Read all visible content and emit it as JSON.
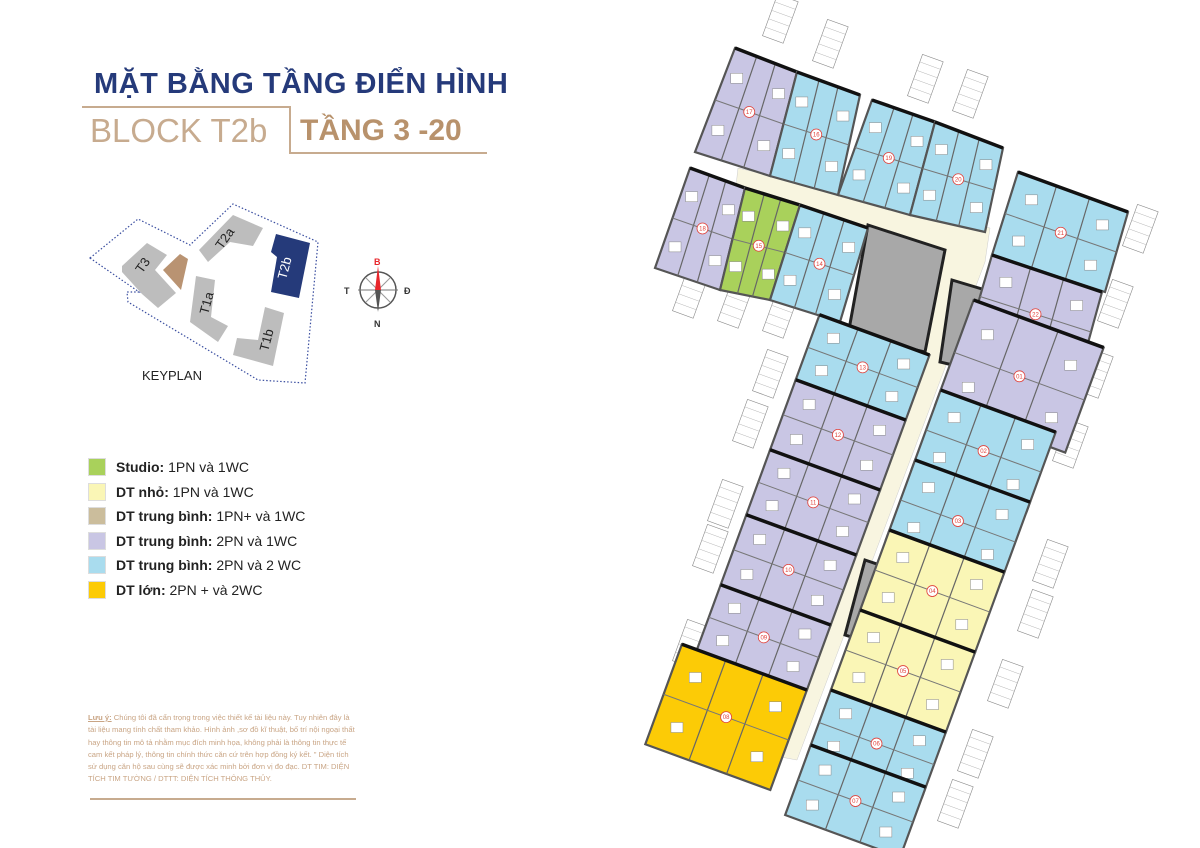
{
  "header": {
    "title": "MẶT BẰNG TẦNG ĐIỂN HÌNH",
    "block": "BLOCK T2b",
    "floors": "TẦNG 3 -20"
  },
  "keyplan": {
    "label": "KEYPLAN",
    "buildings": [
      "T3",
      "T2a",
      "T2b",
      "T1a",
      "T1b"
    ],
    "highlighted": "T2b",
    "compass": {
      "north": "B",
      "south": "N",
      "west": "T",
      "east": "Đ"
    }
  },
  "legend": [
    {
      "name": "Studio:",
      "desc": "1PN và 1WC",
      "color": "#a9d15b"
    },
    {
      "name": "DT nhỏ:",
      "desc": "1PN  và 1WC",
      "color": "#faf6b6"
    },
    {
      "name": "DT trung bình:",
      "desc": "1PN+ và 1WC",
      "color": "#cbbd9c"
    },
    {
      "name": "DT trung bình:",
      "desc": "2PN và 1WC",
      "color": "#c9c6e4"
    },
    {
      "name": "DT trung bình:",
      "desc": "2PN và 2 WC",
      "color": "#a9dcee"
    },
    {
      "name": "DT lớn:",
      "desc": "2PN + và 2WC",
      "color": "#fccb06"
    }
  ],
  "note": {
    "label": "Lưu ý:",
    "text": " Chúng tôi đã cẩn trọng trong việc thiết kế tài liệu này. Tuy nhiên đây là tài liệu mang tính chất tham khảo. Hình ảnh ,sơ đồ kĩ thuật, bố trí nội ngoại thất hay thông tin mô tả nhằm mục đích minh họa, không phải là thông tin thực tế cam kết pháp lý, thông tin chính thức căn cứ trên hợp đồng ký kết. \" Diện tích sử dụng căn hộ sau cùng  sẽ được xác minh bởi đơn vị đo đạc. DT TIM: DIỆN TÍCH TIM TƯỜNG /  DTTT: DIỆN TÍCH THÔNG THỦY."
  },
  "plan": {
    "units": [
      {
        "no": "17",
        "type": 3
      },
      {
        "no": "16",
        "type": 4
      },
      {
        "no": "19",
        "type": 4
      },
      {
        "no": "20",
        "type": 4
      },
      {
        "no": "18",
        "type": 3
      },
      {
        "no": "15",
        "type": 0
      },
      {
        "no": "14",
        "type": 4
      },
      {
        "no": "21",
        "type": 4
      },
      {
        "no": "22",
        "type": 3
      },
      {
        "no": "13",
        "type": 4
      },
      {
        "no": "12",
        "type": 3
      },
      {
        "no": "11",
        "type": 3
      },
      {
        "no": "10",
        "type": 3
      },
      {
        "no": "09",
        "type": 3
      },
      {
        "no": "08",
        "type": 5
      },
      {
        "no": "01",
        "type": 3
      },
      {
        "no": "02",
        "type": 4
      },
      {
        "no": "03",
        "type": 4
      },
      {
        "no": "04",
        "type": 1
      },
      {
        "no": "05",
        "type": 1
      },
      {
        "no": "06",
        "type": 4
      },
      {
        "no": "07",
        "type": 4
      }
    ],
    "corridor_color": "#f8f5e0",
    "core_color": "#a8a8a8"
  }
}
